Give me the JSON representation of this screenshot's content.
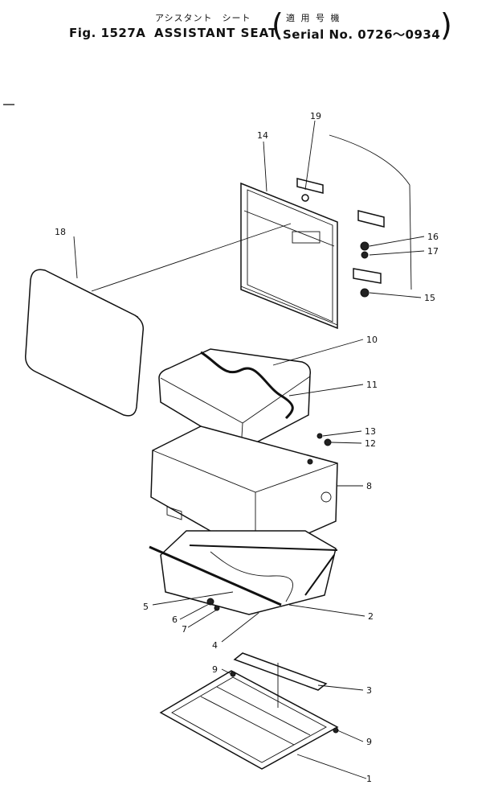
{
  "header": {
    "figure_number": "Fig. 1527A",
    "title_en": "ASSISTANT SEAT",
    "title_jp": "アシスタント　シート",
    "serial_jp": "適 用 号 機",
    "serial": "Serial No. 0726～0934"
  },
  "callouts": [
    "1",
    "2",
    "3",
    "4",
    "5",
    "6",
    "7",
    "8",
    "9",
    "9",
    "10",
    "11",
    "12",
    "13",
    "14",
    "15",
    "16",
    "17",
    "18",
    "19"
  ]
}
